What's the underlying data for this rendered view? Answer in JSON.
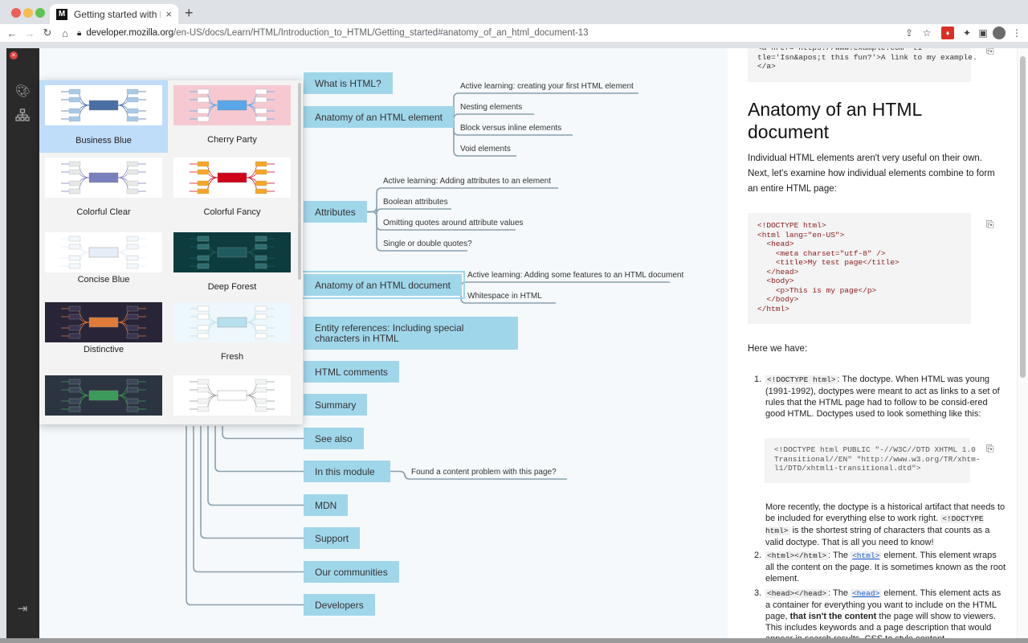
{
  "browser": {
    "tab_title": "Getting started with HTML - Le",
    "tab_favicon": "M",
    "new_tab": "+",
    "url_host": "developer.mozilla.org",
    "url_path": "/en-US/docs/Learn/HTML/Introduction_to_HTML/Getting_started#anatomy_of_an_html_document-13",
    "ext_badge": "♦"
  },
  "mindmap": {
    "topics": [
      {
        "label": "What is HTML?",
        "subs": []
      },
      {
        "label": "Anatomy of an HTML element",
        "subs": [
          "Active learning: creating your first HTML element",
          "Nesting elements",
          "Block versus inline elements",
          "Void elements"
        ]
      },
      {
        "label": "Attributes",
        "subs": [
          "Active learning: Adding attributes to an element",
          "Boolean attributes",
          "Omitting quotes around attribute values",
          "Single or double quotes?"
        ]
      },
      {
        "label": "Anatomy of an HTML document",
        "subs": [
          "Active learning: Adding some features to an HTML document",
          "Whitespace in HTML"
        ]
      },
      {
        "label": "Entity references: Including special characters in HTML",
        "subs": []
      },
      {
        "label": "HTML comments",
        "subs": []
      },
      {
        "label": "Summary",
        "subs": []
      },
      {
        "label": "See also",
        "subs": []
      },
      {
        "label": "In this module",
        "subs": [
          "Found a content problem with this page?"
        ]
      },
      {
        "label": "MDN",
        "subs": []
      },
      {
        "label": "Support",
        "subs": []
      },
      {
        "label": "Our communities",
        "subs": []
      },
      {
        "label": "Developers",
        "subs": []
      }
    ],
    "topic_color": "#a0d6ea"
  },
  "themes": [
    {
      "name": "Business Blue",
      "selected": true
    },
    {
      "name": "Cherry Party"
    },
    {
      "name": "Colorful Clear"
    },
    {
      "name": "Colorful Fancy"
    },
    {
      "name": "Concise Blue"
    },
    {
      "name": "Deep Forest"
    },
    {
      "name": "Distinctive"
    },
    {
      "name": "Fresh"
    }
  ],
  "doc": {
    "code_top": "<a href='https://www.example.com' ti-\ntle='Isn&apos;t this fun?'>A link to my example.\n</a>",
    "heading": "Anatomy of an HTML document",
    "intro": "Individual HTML elements aren't very useful on their own. Next, let's examine how individual elements combine to form an entire HTML page:",
    "code_doc": "<!DOCTYPE html>\n<html lang=\"en-US\">\n  <head>\n    <meta charset=\"utf-8\" />\n    <title>My test page</title>\n  </head>\n  <body>\n    <p>This is my page</p>\n  </body>\n</html>",
    "here_we_have": "Here we have:",
    "li1_code": "<!DOCTYPE html>",
    "li1_text": ": The doctype. When HTML was young (1991-1992), doctypes were meant to act as links to a set of rules that the HTML page had to follow to be consid-ered good HTML. Doctypes used to look something like this:",
    "code_doctype": "<!DOCTYPE html PUBLIC \"-//W3C//DTD XHTML 1.0\nTransitional//EN\" \"http://www.w3.org/TR/xhtm-\nl1/DTD/xhtml1-transitional.dtd\">",
    "recent_pre": "More recently, the doctype is a historical artifact that needs to be included for everything else to work right. ",
    "recent_code": "<!DOCTYPE html>",
    "recent_post": " is the shortest string of characters that counts as a valid doctype. That is all you need to know!",
    "li2_code": "<html></html>",
    "li2_pre": ": The ",
    "li2_link": "<html>",
    "li2_post": " element. This element wraps all the content on the page. It is sometimes known as the root element.",
    "li3_code": "<head></head>",
    "li3_pre": ": The ",
    "li3_link": "<head>",
    "li3_mid": " element. This element acts as a container for everything you want to include on the HTML page, ",
    "li3_bold": "that isn't the content",
    "li3_post": " the page will show to viewers. This includes keywords and a page description that would appear in search results, CSS to style content"
  }
}
